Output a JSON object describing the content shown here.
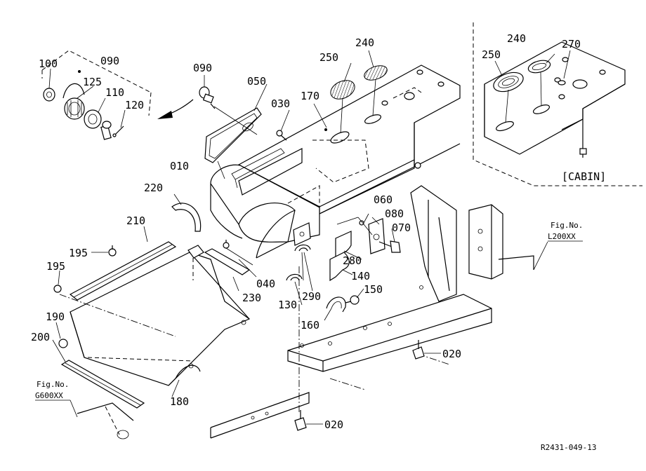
{
  "parts": {
    "p010": "010",
    "p020a": "020",
    "p020b": "020",
    "p030": "030",
    "p040": "040",
    "p050": "050",
    "p060": "060",
    "p070": "070",
    "p080": "080",
    "p090a": "090",
    "p090b": "090",
    "p100": "100",
    "p110": "110",
    "p120": "120",
    "p125": "125",
    "p130": "130",
    "p140": "140",
    "p150": "150",
    "p160": "160",
    "p170": "170",
    "p180": "180",
    "p190": "190",
    "p195a": "195",
    "p195b": "195",
    "p200": "200",
    "p210": "210",
    "p220": "220",
    "p230": "230",
    "p240a": "240",
    "p240b": "240",
    "p250a": "250",
    "p250b": "250",
    "p270": "270",
    "p280": "280",
    "p290": "290"
  },
  "refs": {
    "fig_label_right": "Fig.No.",
    "fig_code_right": "L200XX",
    "fig_label_left": "Fig.No.",
    "fig_code_left": "G600XX"
  },
  "inset": {
    "cabin_label": "[CABIN]"
  },
  "drawing_number": "R2431-049-13"
}
